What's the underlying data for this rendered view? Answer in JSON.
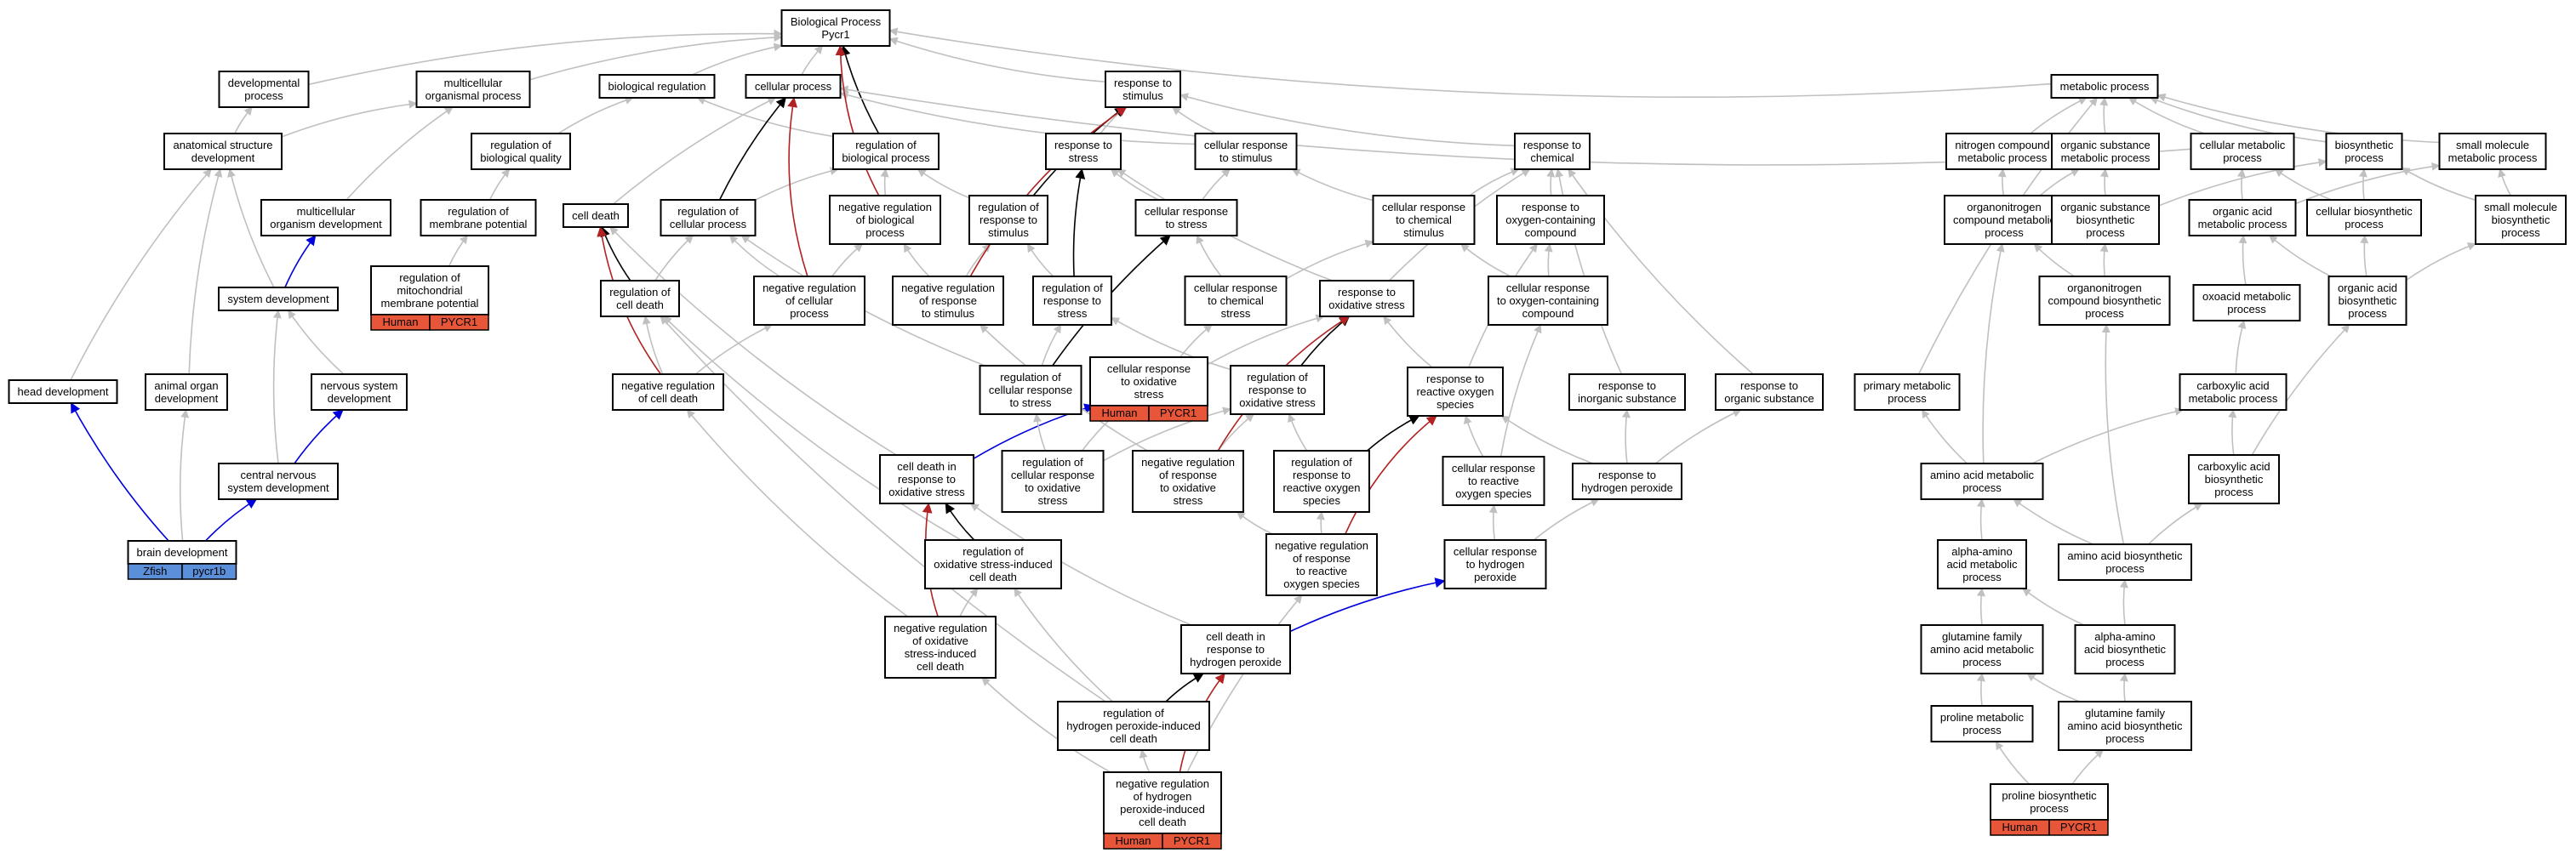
{
  "colors": {
    "grey": "#c0c0c0",
    "black": "#000000",
    "red": "#b22222",
    "blue": "#0000dd",
    "human": "#e8563a",
    "zfish": "#5b8fd9"
  },
  "nodes": [
    {
      "id": "root",
      "lines": [
        "Biological Process",
        "Pycr1"
      ]
    },
    {
      "id": "devproc",
      "lines": [
        "developmental",
        "process"
      ]
    },
    {
      "id": "multiorg",
      "lines": [
        "multicellular",
        "organismal process"
      ]
    },
    {
      "id": "bioreg",
      "lines": [
        "biological regulation"
      ]
    },
    {
      "id": "cellproc",
      "lines": [
        "cellular process"
      ]
    },
    {
      "id": "respstim",
      "lines": [
        "response to",
        "stimulus"
      ]
    },
    {
      "id": "metab",
      "lines": [
        "metabolic process"
      ]
    },
    {
      "id": "anat",
      "lines": [
        "anatomical structure",
        "development"
      ]
    },
    {
      "id": "regbioq",
      "lines": [
        "regulation of",
        "biological quality"
      ]
    },
    {
      "id": "regbiop",
      "lines": [
        "regulation of",
        "biological process"
      ]
    },
    {
      "id": "respstress",
      "lines": [
        "response to",
        "stress"
      ]
    },
    {
      "id": "cellrespstim",
      "lines": [
        "cellular response",
        "to stimulus"
      ]
    },
    {
      "id": "respchem",
      "lines": [
        "response to",
        "chemical"
      ]
    },
    {
      "id": "nitro",
      "lines": [
        "nitrogen compound",
        "metabolic process"
      ]
    },
    {
      "id": "orgsub",
      "lines": [
        "organic substance",
        "metabolic process"
      ]
    },
    {
      "id": "cellmet",
      "lines": [
        "cellular metabolic",
        "process"
      ]
    },
    {
      "id": "biosyn",
      "lines": [
        "biosynthetic",
        "process"
      ]
    },
    {
      "id": "smallmol",
      "lines": [
        "small molecule",
        "metabolic process"
      ]
    },
    {
      "id": "multidev",
      "lines": [
        "multicellular",
        "organism development"
      ]
    },
    {
      "id": "regmemb",
      "lines": [
        "regulation of",
        "membrane potential"
      ]
    },
    {
      "id": "celldeath",
      "lines": [
        "cell death"
      ]
    },
    {
      "id": "regcellproc",
      "lines": [
        "regulation of",
        "cellular process"
      ]
    },
    {
      "id": "negregbio",
      "lines": [
        "negative regulation",
        "of biological",
        "process"
      ]
    },
    {
      "id": "regrespstim",
      "lines": [
        "regulation of",
        "response to",
        "stimulus"
      ]
    },
    {
      "id": "cellrespstress",
      "lines": [
        "cellular response",
        "to stress"
      ]
    },
    {
      "id": "cellrespchemstim",
      "lines": [
        "cellular response",
        "to chemical",
        "stimulus"
      ]
    },
    {
      "id": "respoxy",
      "lines": [
        "response to",
        "oxygen-containing",
        "compound"
      ]
    },
    {
      "id": "orgnitrometab",
      "lines": [
        "organonitrogen",
        "compound metabolic",
        "process"
      ]
    },
    {
      "id": "orgsubbio",
      "lines": [
        "organic substance",
        "biosynthetic",
        "process"
      ]
    },
    {
      "id": "orgacid",
      "lines": [
        "organic acid",
        "metabolic process"
      ]
    },
    {
      "id": "cellbio",
      "lines": [
        "cellular biosynthetic",
        "process"
      ]
    },
    {
      "id": "smallmolbio",
      "lines": [
        "small molecule",
        "biosynthetic",
        "process"
      ]
    },
    {
      "id": "sysdev",
      "lines": [
        "system development"
      ]
    },
    {
      "id": "regmito",
      "lines": [
        "regulation of",
        "mitochondrial",
        "membrane potential"
      ],
      "tags": [
        "Human",
        "PYCR1"
      ]
    },
    {
      "id": "regcelldeath",
      "lines": [
        "regulation of",
        "cell death"
      ]
    },
    {
      "id": "negregcellproc",
      "lines": [
        "negative regulation",
        "of cellular",
        "process"
      ]
    },
    {
      "id": "negregrespstim",
      "lines": [
        "negative regulation",
        "of response",
        "to stimulus"
      ]
    },
    {
      "id": "regrespstress",
      "lines": [
        "regulation of",
        "response to",
        "stress"
      ]
    },
    {
      "id": "cellrespchem",
      "lines": [
        "cellular response",
        "to chemical",
        "stress"
      ]
    },
    {
      "id": "respoxstress",
      "lines": [
        "response to",
        "oxidative stress"
      ]
    },
    {
      "id": "cellrespoxy",
      "lines": [
        "cellular response",
        "to oxygen-containing",
        "compound"
      ]
    },
    {
      "id": "orgnitrobio",
      "lines": [
        "organonitrogen",
        "compound biosynthetic",
        "process"
      ]
    },
    {
      "id": "oxoacid",
      "lines": [
        "oxoacid metabolic",
        "process"
      ]
    },
    {
      "id": "orgacidbio",
      "lines": [
        "organic acid",
        "biosynthetic",
        "process"
      ]
    },
    {
      "id": "headdev",
      "lines": [
        "head development"
      ]
    },
    {
      "id": "animalorgan",
      "lines": [
        "animal organ",
        "development"
      ]
    },
    {
      "id": "nervdev",
      "lines": [
        "nervous system",
        "development"
      ]
    },
    {
      "id": "negregcelldeath",
      "lines": [
        "negative regulation",
        "of cell death"
      ]
    },
    {
      "id": "regcellrespstress",
      "lines": [
        "regulation of",
        "cellular response",
        "to stress"
      ]
    },
    {
      "id": "cellrespox",
      "lines": [
        "cellular response",
        "to oxidative",
        "stress"
      ],
      "tags": [
        "Human",
        "PYCR1"
      ]
    },
    {
      "id": "regrespox",
      "lines": [
        "regulation of",
        "response to",
        "oxidative stress"
      ]
    },
    {
      "id": "resproxy",
      "lines": [
        "response to",
        "reactive oxygen",
        "species"
      ]
    },
    {
      "id": "respinorg",
      "lines": [
        "response to",
        "inorganic substance"
      ]
    },
    {
      "id": "resporgsub",
      "lines": [
        "response to",
        "organic substance"
      ]
    },
    {
      "id": "primary",
      "lines": [
        "primary metabolic",
        "process"
      ]
    },
    {
      "id": "carbox",
      "lines": [
        "carboxylic acid",
        "metabolic process"
      ]
    },
    {
      "id": "cns",
      "lines": [
        "central nervous",
        "system development"
      ]
    },
    {
      "id": "celldeathox",
      "lines": [
        "cell death in",
        "response to",
        "oxidative stress"
      ]
    },
    {
      "id": "regcellrespox",
      "lines": [
        "regulation of",
        "cellular response",
        "to oxidative",
        "stress"
      ]
    },
    {
      "id": "negregrespox",
      "lines": [
        "negative regulation",
        "of response",
        "to oxidative",
        "stress"
      ]
    },
    {
      "id": "regrespros",
      "lines": [
        "regulation of",
        "response to",
        "reactive oxygen",
        "species"
      ]
    },
    {
      "id": "cellrespros",
      "lines": [
        "cellular response",
        "to reactive",
        "oxygen species"
      ]
    },
    {
      "id": "resph2o2",
      "lines": [
        "response to",
        "hydrogen peroxide"
      ]
    },
    {
      "id": "aametab",
      "lines": [
        "amino acid metabolic",
        "process"
      ]
    },
    {
      "id": "carboxbio",
      "lines": [
        "carboxylic acid",
        "biosynthetic",
        "process"
      ]
    },
    {
      "id": "braindev",
      "lines": [
        "brain development"
      ],
      "tags": [
        "Zfish",
        "pycr1b"
      ]
    },
    {
      "id": "regoxdeath",
      "lines": [
        "regulation of",
        "oxidative stress-induced",
        "cell death"
      ]
    },
    {
      "id": "negregrespros",
      "lines": [
        "negative regulation",
        "of response",
        "to reactive",
        "oxygen species"
      ]
    },
    {
      "id": "cellresph2o2",
      "lines": [
        "cellular response",
        "to hydrogen",
        "peroxide"
      ]
    },
    {
      "id": "alphaaa",
      "lines": [
        "alpha-amino",
        "acid metabolic",
        "process"
      ]
    },
    {
      "id": "aabio",
      "lines": [
        "amino acid biosynthetic",
        "process"
      ]
    },
    {
      "id": "negregoxdeath",
      "lines": [
        "negative regulation",
        "of oxidative",
        "stress-induced",
        "cell death"
      ]
    },
    {
      "id": "celldeathh2o2",
      "lines": [
        "cell death in",
        "response to",
        "hydrogen peroxide"
      ]
    },
    {
      "id": "glufam",
      "lines": [
        "glutamine family",
        "amino acid metabolic",
        "process"
      ]
    },
    {
      "id": "alphaaabio",
      "lines": [
        "alpha-amino",
        "acid biosynthetic",
        "process"
      ]
    },
    {
      "id": "regh2o2death",
      "lines": [
        "regulation of",
        "hydrogen peroxide-induced",
        "cell death"
      ]
    },
    {
      "id": "prolinemet",
      "lines": [
        "proline metabolic",
        "process"
      ]
    },
    {
      "id": "glufambio",
      "lines": [
        "glutamine family",
        "amino acid biosynthetic",
        "process"
      ]
    },
    {
      "id": "negregh2o2death",
      "lines": [
        "negative regulation",
        "of hydrogen",
        "peroxide-induced",
        "cell death"
      ],
      "tags": [
        "Human",
        "PYCR1"
      ]
    },
    {
      "id": "prolinebio",
      "lines": [
        "proline biosynthetic",
        "process"
      ],
      "tags": [
        "Human",
        "PYCR1"
      ]
    }
  ],
  "edges": [
    [
      "devproc",
      "root",
      "grey"
    ],
    [
      "multiorg",
      "root",
      "grey"
    ],
    [
      "bioreg",
      "root",
      "grey"
    ],
    [
      "cellproc",
      "root",
      "grey"
    ],
    [
      "respstim",
      "root",
      "grey"
    ],
    [
      "metab",
      "root",
      "grey"
    ],
    [
      "anat",
      "devproc",
      "grey"
    ],
    [
      "anat",
      "multiorg",
      "grey"
    ],
    [
      "regbioq",
      "bioreg",
      "grey"
    ],
    [
      "regbiop",
      "bioreg",
      "grey"
    ],
    [
      "regbiop",
      "root",
      "black"
    ],
    [
      "respstress",
      "respstim",
      "grey"
    ],
    [
      "cellrespstim",
      "respstim",
      "grey"
    ],
    [
      "cellrespstim",
      "cellproc",
      "grey"
    ],
    [
      "respchem",
      "respstim",
      "grey"
    ],
    [
      "nitro",
      "metab",
      "grey"
    ],
    [
      "orgsub",
      "metab",
      "grey"
    ],
    [
      "cellmet",
      "metab",
      "grey"
    ],
    [
      "cellmet",
      "cellproc",
      "grey"
    ],
    [
      "biosyn",
      "metab",
      "grey"
    ],
    [
      "smallmol",
      "metab",
      "grey"
    ],
    [
      "multidev",
      "multiorg",
      "grey"
    ],
    [
      "regmemb",
      "regbioq",
      "grey"
    ],
    [
      "celldeath",
      "cellproc",
      "grey"
    ],
    [
      "regcellproc",
      "regbiop",
      "grey"
    ],
    [
      "regcellproc",
      "cellproc",
      "black"
    ],
    [
      "negregbio",
      "regbiop",
      "grey"
    ],
    [
      "negregbio",
      "root",
      "red"
    ],
    [
      "regrespstim",
      "regbiop",
      "grey"
    ],
    [
      "regrespstim",
      "respstim",
      "black"
    ],
    [
      "cellrespstress",
      "respstress",
      "grey"
    ],
    [
      "cellrespstress",
      "cellrespstim",
      "grey"
    ],
    [
      "cellrespchemstim",
      "cellrespstim",
      "grey"
    ],
    [
      "cellrespchemstim",
      "respchem",
      "grey"
    ],
    [
      "respoxy",
      "respchem",
      "grey"
    ],
    [
      "orgnitrometab",
      "nitro",
      "grey"
    ],
    [
      "orgnitrometab",
      "orgsub",
      "grey"
    ],
    [
      "orgsubbio",
      "orgsub",
      "grey"
    ],
    [
      "orgsubbio",
      "biosyn",
      "grey"
    ],
    [
      "orgacid",
      "cellmet",
      "grey"
    ],
    [
      "orgacid",
      "smallmol",
      "grey"
    ],
    [
      "cellbio",
      "cellmet",
      "grey"
    ],
    [
      "cellbio",
      "biosyn",
      "grey"
    ],
    [
      "smallmolbio",
      "smallmol",
      "grey"
    ],
    [
      "smallmolbio",
      "biosyn",
      "grey"
    ],
    [
      "sysdev",
      "anat",
      "grey"
    ],
    [
      "sysdev",
      "multidev",
      "blue"
    ],
    [
      "regmito",
      "regmemb",
      "grey"
    ],
    [
      "regcelldeath",
      "regcellproc",
      "grey"
    ],
    [
      "regcelldeath",
      "celldeath",
      "black"
    ],
    [
      "negregcellproc",
      "regcellproc",
      "grey"
    ],
    [
      "negregcellproc",
      "negregbio",
      "grey"
    ],
    [
      "negregcellproc",
      "cellproc",
      "red"
    ],
    [
      "negregrespstim",
      "regrespstim",
      "grey"
    ],
    [
      "negregrespstim",
      "negregbio",
      "grey"
    ],
    [
      "negregrespstim",
      "respstim",
      "red"
    ],
    [
      "regrespstress",
      "regrespstim",
      "grey"
    ],
    [
      "regrespstress",
      "respstress",
      "black"
    ],
    [
      "cellrespchem",
      "cellrespstress",
      "grey"
    ],
    [
      "cellrespchem",
      "cellrespchemstim",
      "grey"
    ],
    [
      "respoxstress",
      "respstress",
      "grey"
    ],
    [
      "respoxstress",
      "respchem",
      "grey"
    ],
    [
      "cellrespoxy",
      "respoxy",
      "grey"
    ],
    [
      "cellrespoxy",
      "cellrespchemstim",
      "grey"
    ],
    [
      "orgnitrobio",
      "orgnitrometab",
      "grey"
    ],
    [
      "orgnitrobio",
      "orgsubbio",
      "grey"
    ],
    [
      "oxoacid",
      "orgacid",
      "grey"
    ],
    [
      "orgacidbio",
      "orgacid",
      "grey"
    ],
    [
      "orgacidbio",
      "smallmolbio",
      "grey"
    ],
    [
      "orgacidbio",
      "cellbio",
      "grey"
    ],
    [
      "headdev",
      "anat",
      "grey"
    ],
    [
      "animalorgan",
      "anat",
      "grey"
    ],
    [
      "nervdev",
      "sysdev",
      "grey"
    ],
    [
      "negregcelldeath",
      "regcelldeath",
      "grey"
    ],
    [
      "negregcelldeath",
      "negregcellproc",
      "grey"
    ],
    [
      "negregcelldeath",
      "celldeath",
      "red"
    ],
    [
      "regcellrespstress",
      "regrespstress",
      "grey"
    ],
    [
      "regcellrespstress",
      "regcellproc",
      "grey"
    ],
    [
      "regcellrespstress",
      "cellrespstress",
      "black"
    ],
    [
      "cellrespox",
      "respoxstress",
      "grey"
    ],
    [
      "cellrespox",
      "cellrespchem",
      "grey"
    ],
    [
      "regrespox",
      "regrespstress",
      "grey"
    ],
    [
      "regrespox",
      "respoxstress",
      "black"
    ],
    [
      "resproxy",
      "respoxstress",
      "grey"
    ],
    [
      "resproxy",
      "respoxy",
      "grey"
    ],
    [
      "respinorg",
      "respchem",
      "grey"
    ],
    [
      "resporgsub",
      "respchem",
      "grey"
    ],
    [
      "primary",
      "metab",
      "grey"
    ],
    [
      "carbox",
      "oxoacid",
      "grey"
    ],
    [
      "cns",
      "nervdev",
      "blue"
    ],
    [
      "cns",
      "sysdev",
      "grey"
    ],
    [
      "celldeathox",
      "celldeath",
      "grey"
    ],
    [
      "celldeathox",
      "cellrespox",
      "blue"
    ],
    [
      "regcellrespox",
      "regrespox",
      "grey"
    ],
    [
      "regcellrespox",
      "regcellrespstress",
      "grey"
    ],
    [
      "regcellrespox",
      "cellrespox",
      "grey"
    ],
    [
      "negregrespox",
      "regrespox",
      "grey"
    ],
    [
      "negregrespox",
      "negregrespstim",
      "grey"
    ],
    [
      "negregrespox",
      "respoxstress",
      "red"
    ],
    [
      "regrespros",
      "regrespox",
      "grey"
    ],
    [
      "regrespros",
      "resproxy",
      "black"
    ],
    [
      "cellrespros",
      "resproxy",
      "grey"
    ],
    [
      "cellrespros",
      "cellrespoxy",
      "grey"
    ],
    [
      "resph2o2",
      "resproxy",
      "grey"
    ],
    [
      "resph2o2",
      "resporgsub",
      "grey"
    ],
    [
      "resph2o2",
      "respinorg",
      "grey"
    ],
    [
      "aametab",
      "carbox",
      "grey"
    ],
    [
      "aametab",
      "primary",
      "grey"
    ],
    [
      "aametab",
      "orgnitrometab",
      "grey"
    ],
    [
      "carboxbio",
      "carbox",
      "grey"
    ],
    [
      "carboxbio",
      "orgacidbio",
      "grey"
    ],
    [
      "braindev",
      "cns",
      "blue"
    ],
    [
      "braindev",
      "headdev",
      "blue"
    ],
    [
      "braindev",
      "animalorgan",
      "grey"
    ],
    [
      "regoxdeath",
      "celldeathox",
      "black"
    ],
    [
      "regoxdeath",
      "regcelldeath",
      "grey"
    ],
    [
      "negregrespros",
      "regrespros",
      "grey"
    ],
    [
      "negregrespros",
      "negregrespox",
      "grey"
    ],
    [
      "negregrespros",
      "resproxy",
      "red"
    ],
    [
      "cellresph2o2",
      "resph2o2",
      "grey"
    ],
    [
      "cellresph2o2",
      "cellrespros",
      "grey"
    ],
    [
      "alphaaa",
      "aametab",
      "grey"
    ],
    [
      "aabio",
      "aametab",
      "grey"
    ],
    [
      "aabio",
      "carboxbio",
      "grey"
    ],
    [
      "aabio",
      "orgnitrobio",
      "grey"
    ],
    [
      "negregoxdeath",
      "regoxdeath",
      "grey"
    ],
    [
      "negregoxdeath",
      "celldeathox",
      "red"
    ],
    [
      "negregoxdeath",
      "negregcelldeath",
      "grey"
    ],
    [
      "celldeathh2o2",
      "celldeathox",
      "grey"
    ],
    [
      "celldeathh2o2",
      "cellresph2o2",
      "blue"
    ],
    [
      "glufam",
      "alphaaa",
      "grey"
    ],
    [
      "alphaaabio",
      "alphaaa",
      "grey"
    ],
    [
      "alphaaabio",
      "aabio",
      "grey"
    ],
    [
      "regh2o2death",
      "celldeathh2o2",
      "black"
    ],
    [
      "regh2o2death",
      "regoxdeath",
      "grey"
    ],
    [
      "regh2o2death",
      "regcelldeath",
      "grey"
    ],
    [
      "prolinemet",
      "glufam",
      "grey"
    ],
    [
      "glufambio",
      "glufam",
      "grey"
    ],
    [
      "glufambio",
      "alphaaabio",
      "grey"
    ],
    [
      "negregh2o2death",
      "regh2o2death",
      "grey"
    ],
    [
      "negregh2o2death",
      "celldeathh2o2",
      "red"
    ],
    [
      "negregh2o2death",
      "negregoxdeath",
      "grey"
    ],
    [
      "negregh2o2death",
      "negregrespros",
      "grey"
    ],
    [
      "prolinebio",
      "prolinemet",
      "grey"
    ],
    [
      "prolinebio",
      "glufambio",
      "grey"
    ]
  ]
}
